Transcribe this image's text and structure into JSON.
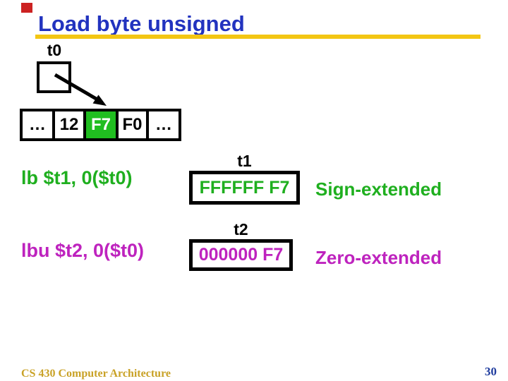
{
  "colors": {
    "title_blue": "#2233BF",
    "underline_gold": "#F3C613",
    "sign_green": "#1FAF1F",
    "cell_green": "#20BE20",
    "zero_magenta": "#BE23BE",
    "footer_gold": "#C9A227",
    "page_blue": "#1F3C9E",
    "corner_red": "#CC2222"
  },
  "title": "Load byte unsigned",
  "pointer": {
    "label": "t0"
  },
  "memory": {
    "cells": [
      {
        "text": "…"
      },
      {
        "text": "12"
      },
      {
        "text": "F7"
      },
      {
        "text": "F0"
      },
      {
        "text": "…"
      }
    ]
  },
  "rows": [
    {
      "instruction": "lb $t1, 0($t0)",
      "register": "t1",
      "value": "FFFFFF F7",
      "note": "Sign-extended"
    },
    {
      "instruction": "lbu $t2, 0($t0)",
      "register": "t2",
      "value": "000000 F7",
      "note": "Zero-extended"
    }
  ],
  "footer": {
    "course": "CS 430 Computer Architecture",
    "page": "30"
  }
}
